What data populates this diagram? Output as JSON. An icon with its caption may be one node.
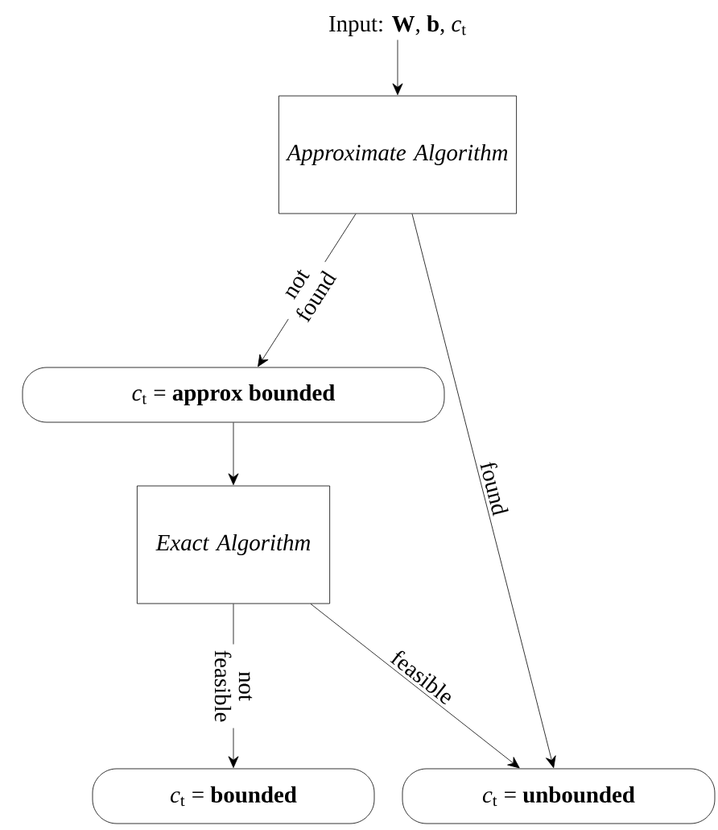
{
  "diagram": {
    "nodes": [
      {
        "text": [
          "Input: **W**, **b**, *c*$_{t}$"
        ]
      },
      {
        "text": [
          "*Approximate Algorithm*"
        ]
      },
      {
        "text": [
          "*c*$_{t}$ = **approx bounded**"
        ]
      },
      {
        "text": [
          "*Exact Algorithm*"
        ]
      },
      {
        "text": [
          "*c*$_{t}$ = **bounded**"
        ]
      },
      {
        "text": [
          "*c*$_{t}$ = **unbounded**"
        ]
      }
    ],
    "edges": [
      {
        "from": 0,
        "to": 1,
        "arrow": "to"
      },
      {
        "from": 1,
        "to": 2,
        "arrow": "to",
        "label": "not found"
      },
      {
        "from": 1,
        "to": 5,
        "arrow": "to",
        "label": "found"
      },
      {
        "from": 2,
        "to": 3,
        "arrow": "to"
      },
      {
        "from": 3,
        "to": 4,
        "arrow": "to",
        "label": "not feasible"
      },
      {
        "from": 3,
        "to": 5,
        "arrow": "to",
        "label": "feasible"
      }
    ]
  }
}
